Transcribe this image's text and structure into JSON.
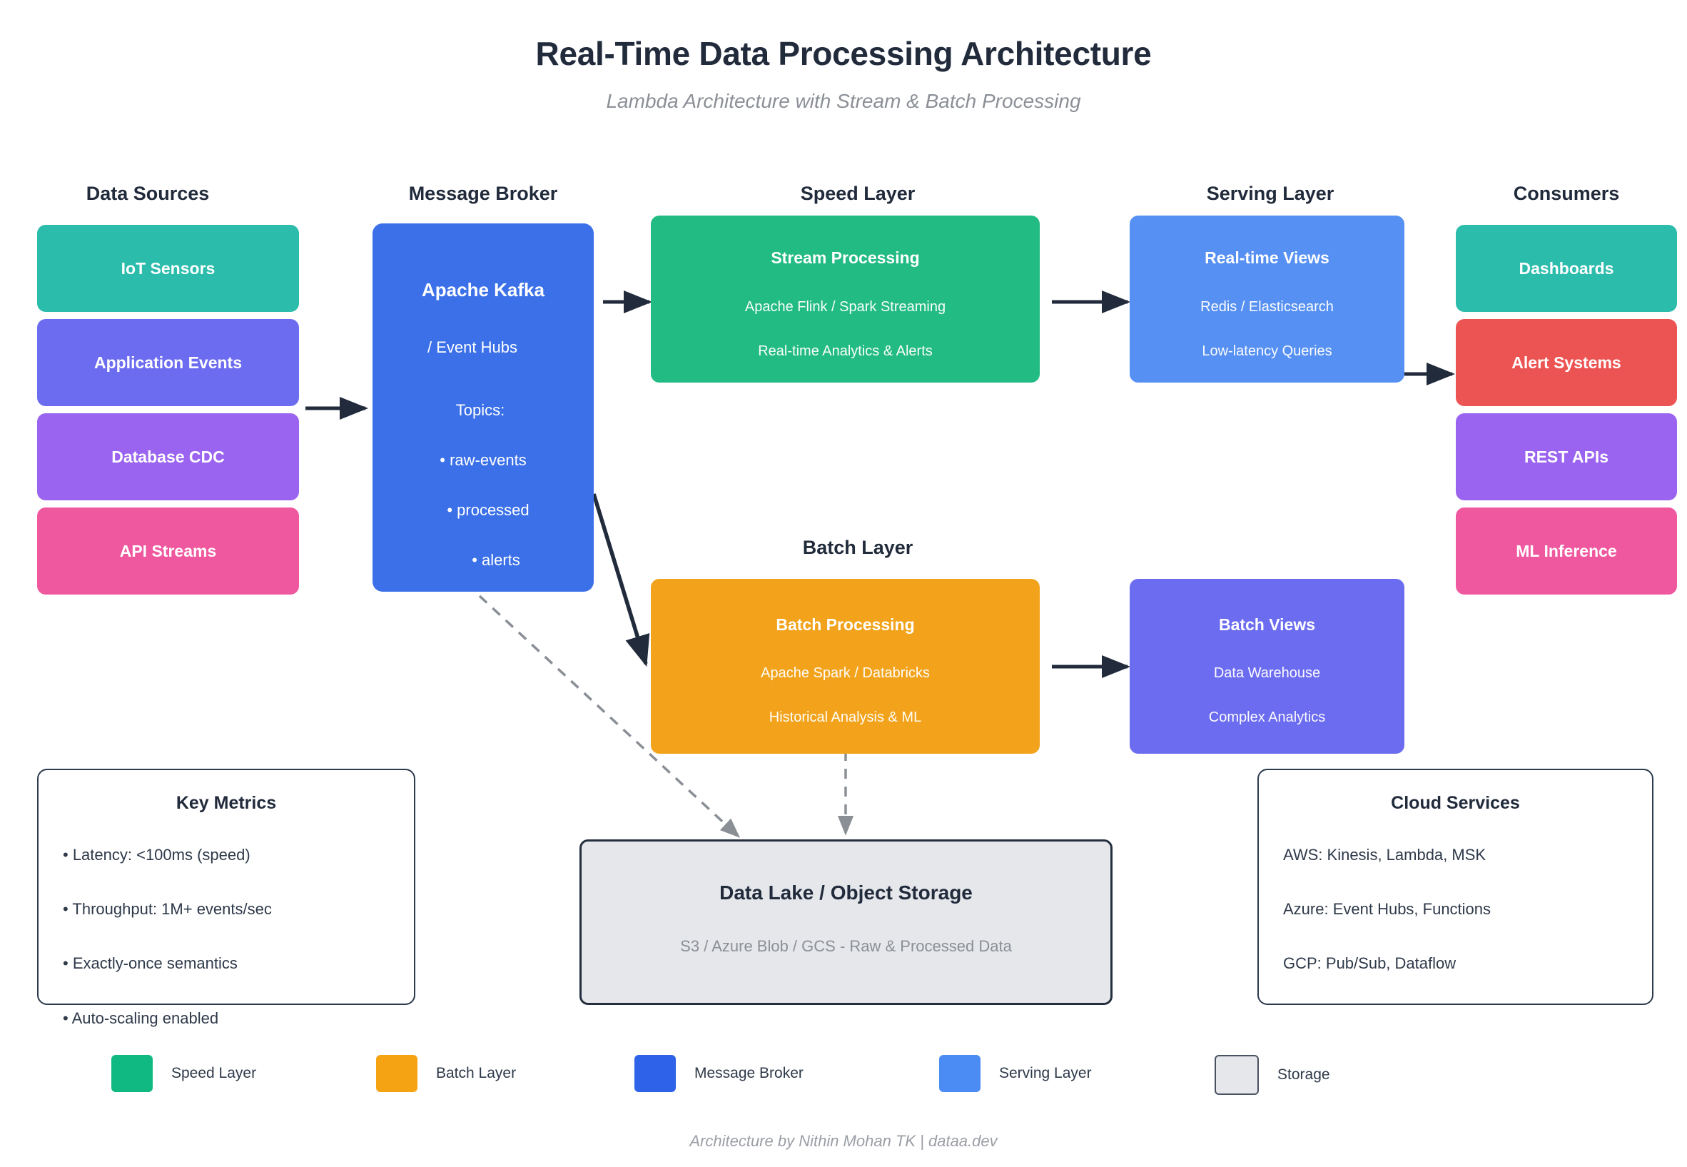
{
  "title": "Real-Time Data Processing Architecture",
  "subtitle": "Lambda Architecture with Stream & Batch Processing",
  "columns": {
    "data_sources": "Data Sources",
    "message_broker": "Message Broker",
    "speed_layer": "Speed Layer",
    "serving_layer": "Serving Layer",
    "consumers": "Consumers",
    "batch_layer": "Batch Layer"
  },
  "sources": [
    {
      "label": "IoT Sensors",
      "color": "#2BBCAC"
    },
    {
      "label": "Application Events",
      "color": "#6C6CF0"
    },
    {
      "label": "Database CDC",
      "color": "#9B64F0"
    },
    {
      "label": "API Streams",
      "color": "#EF589F"
    }
  ],
  "broker": {
    "title": "Apache Kafka",
    "line1": "/ Event Hubs",
    "line2": "Topics:",
    "line3": "• raw-events",
    "line4": "• processed",
    "line5": "• alerts",
    "color": "#3B70E8"
  },
  "speed": {
    "title": "Stream Processing",
    "sub1": "Apache Flink / Spark Streaming",
    "sub2": "Real-time Analytics & Alerts",
    "color": "#22BB84"
  },
  "serving": {
    "title": "Real-time Views",
    "sub1": "Redis / Elasticsearch",
    "sub2": "Low-latency Queries",
    "color": "#5690F2"
  },
  "batch_processing": {
    "title": "Batch Processing",
    "sub1": "Apache Spark / Databricks",
    "sub2": "Historical Analysis & ML",
    "color": "#F2A31B"
  },
  "batch_views": {
    "title": "Batch Views",
    "sub1": "Data Warehouse",
    "sub2": "Complex Analytics",
    "color": "#6C6CF0"
  },
  "consumers": [
    {
      "label": "Dashboards",
      "color": "#2BBCAC"
    },
    {
      "label": "Alert Systems",
      "color": "#EC5453"
    },
    {
      "label": "REST APIs",
      "color": "#9B64F0"
    },
    {
      "label": "ML Inference",
      "color": "#EF589F"
    }
  ],
  "key_metrics": {
    "title": "Key Metrics",
    "items": [
      "• Latency: <100ms (speed)",
      "• Throughput: 1M+ events/sec",
      "• Exactly-once semantics",
      "• Auto-scaling enabled"
    ]
  },
  "cloud_services": {
    "title": "Cloud Services",
    "items": [
      "AWS: Kinesis, Lambda, MSK",
      "Azure: Event Hubs, Functions",
      "GCP: Pub/Sub, Dataflow"
    ]
  },
  "data_lake": {
    "title": "Data Lake / Object Storage",
    "subtitle": "S3 / Azure Blob / GCS - Raw & Processed Data",
    "fill": "#E5E7EB",
    "stroke": "#242F3E"
  },
  "legend": [
    {
      "label": "Speed Layer",
      "color": "#10B981",
      "outlined": false
    },
    {
      "label": "Batch Layer",
      "color": "#F5A313",
      "outlined": false
    },
    {
      "label": "Message Broker",
      "color": "#2E62E8",
      "outlined": false
    },
    {
      "label": "Serving Layer",
      "color": "#4B8BF4",
      "outlined": false
    },
    {
      "label": "Storage",
      "color": "#E5E7EB",
      "outlined": true
    }
  ],
  "footer": "Architecture by Nithin Mohan TK | dataa.dev"
}
